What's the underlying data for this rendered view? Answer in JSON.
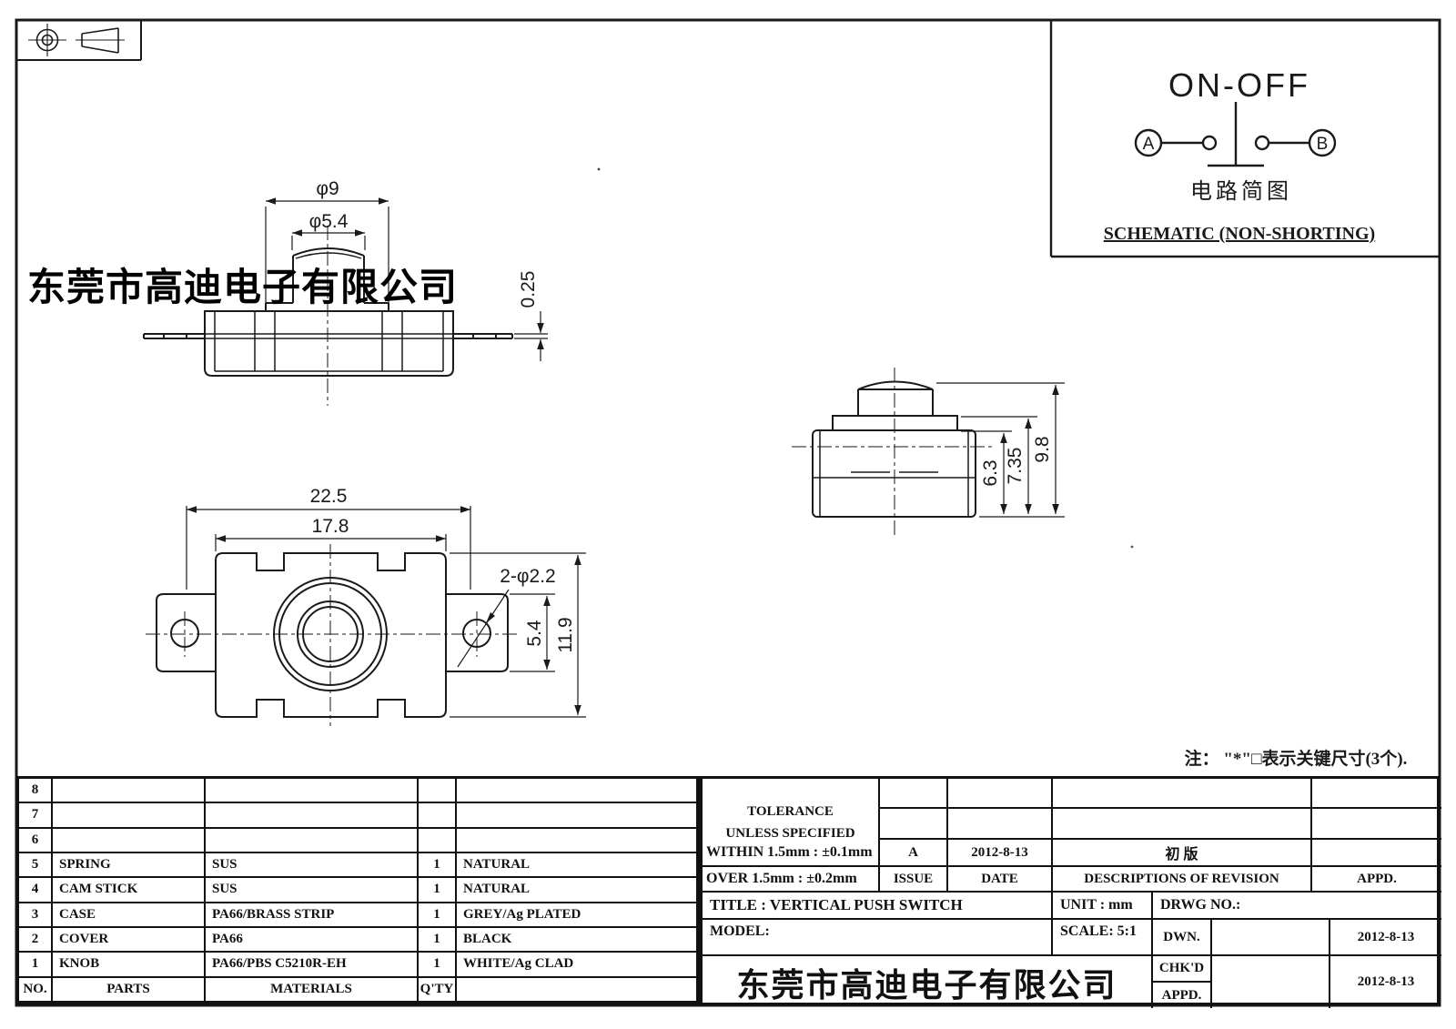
{
  "colors": {
    "ink": "#1a1a1a",
    "paper": "#ffffff"
  },
  "watermark": "东莞市高迪电子有限公司",
  "note": "注： \"*\"□表示关键尺寸(3个).",
  "schematic": {
    "mode_label": "ON-OFF",
    "terminal_a": "A",
    "terminal_b": "B",
    "caption_cn": "电路简图",
    "caption_en": "SCHEMATIC (NON-SHORTING)"
  },
  "dims": {
    "front": {
      "knob_base_dia": "φ9",
      "knob_top_dia": "φ5.4",
      "terminal_thickness": "0.25"
    },
    "bottom": {
      "hole_pitch": "22.5",
      "body_width": "17.8",
      "mount_holes": "2-φ2.2",
      "tab_width": "5.4",
      "body_depth": "11.9"
    },
    "side": {
      "case_height": "6.3",
      "mid_height": "7.35",
      "total_height": "9.8"
    }
  },
  "parts_table": {
    "rows": [
      {
        "no": "8",
        "part": "",
        "material": "",
        "qty": "",
        "finish": ""
      },
      {
        "no": "7",
        "part": "",
        "material": "",
        "qty": "",
        "finish": ""
      },
      {
        "no": "6",
        "part": "",
        "material": "",
        "qty": "",
        "finish": ""
      },
      {
        "no": "5",
        "part": "SPRING",
        "material": "SUS",
        "qty": "1",
        "finish": "NATURAL"
      },
      {
        "no": "4",
        "part": "CAM STICK",
        "material": "SUS",
        "qty": "1",
        "finish": "NATURAL"
      },
      {
        "no": "3",
        "part": "CASE",
        "material": "PA66/BRASS STRIP",
        "qty": "1",
        "finish": "GREY/Ag PLATED"
      },
      {
        "no": "2",
        "part": "COVER",
        "material": "PA66",
        "qty": "1",
        "finish": "BLACK"
      },
      {
        "no": "1",
        "part": "KNOB",
        "material": "PA66/PBS C5210R-EH",
        "qty": "1",
        "finish": "WHITE/Ag CLAD"
      },
      {
        "no": "NO.",
        "part": "PARTS",
        "material": "MATERIALS",
        "qty": "Q'TY",
        "finish": ""
      }
    ]
  },
  "title_block": {
    "tolerance_line1": "TOLERANCE",
    "tolerance_line2": "UNLESS  SPECIFIED",
    "within": "WITHIN 1.5mm : ±0.1mm",
    "over": "OVER 1.5mm : ±0.2mm",
    "issue_value": "A",
    "issue_label": "ISSUE",
    "date_value": "2012-8-13",
    "date_label": "DATE",
    "revision_value": "初  版",
    "revision_label": "DESCRIPTIONS OF REVISION",
    "appd_label": "APPD.",
    "title": "TITLE :   VERTICAL  PUSH  SWITCH",
    "unit": "UNIT :   mm",
    "drwg_no": "DRWG  NO.:",
    "model": "MODEL:",
    "scale": "SCALE:   5:1",
    "dwn_label": "DWN.",
    "dwn_date": "2012-8-13",
    "chkd_label": "CHK'D",
    "chkd_date": "2012-8-13",
    "appd_row_label": "APPD.",
    "company": "东莞市高迪电子有限公司"
  }
}
